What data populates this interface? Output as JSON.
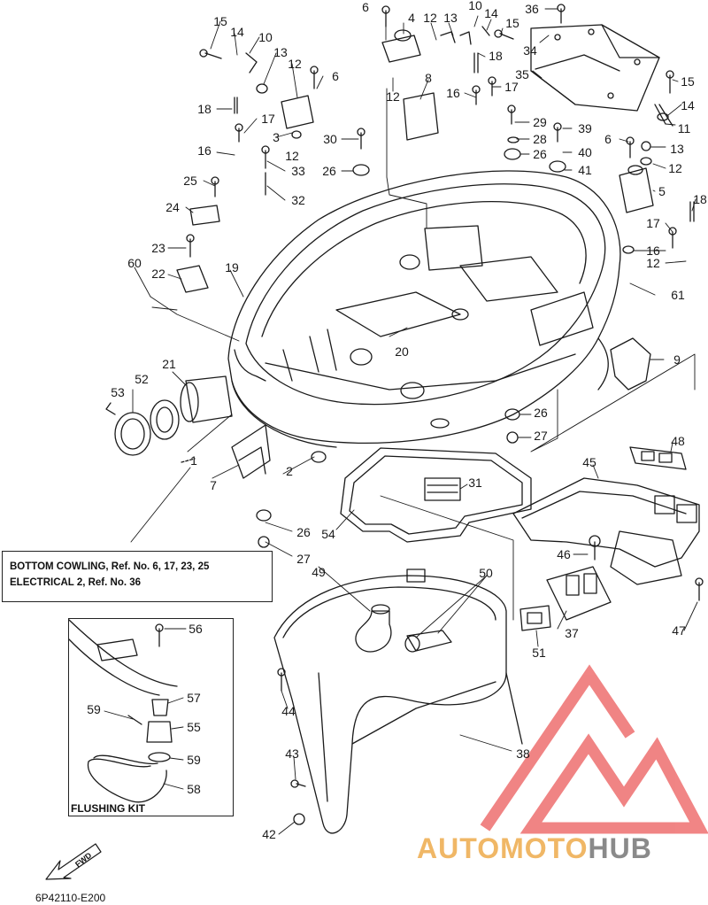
{
  "diagram": {
    "callouts": {
      "c15a": "15",
      "c14a": "14",
      "c10a": "10",
      "c13a": "13",
      "c12a": "12",
      "c6a": "6",
      "c18a": "18",
      "c17a": "17",
      "c3": "3",
      "c12b": "12",
      "c16a": "16",
      "c33": "33",
      "c32": "32",
      "c25": "25",
      "c24": "24",
      "c23": "23",
      "c22": "22",
      "c60": "60",
      "c19": "19",
      "c21": "21",
      "c52": "52",
      "c53": "53",
      "c1": "1",
      "c7": "7",
      "c2": "2",
      "c26a": "26",
      "c27a": "27",
      "c54": "54",
      "c31": "31",
      "c6b": "6",
      "c4": "4",
      "c12c": "12",
      "c13b": "13",
      "c10b": "10",
      "c14b": "14",
      "c15b": "15",
      "c18b": "18",
      "c16b": "16",
      "c17b": "17",
      "c12d": "12",
      "c8": "8",
      "c30": "30",
      "c26b": "26",
      "c20": "20",
      "c29": "29",
      "c28": "28",
      "c26c": "26",
      "c36": "36",
      "c34": "34",
      "c35": "35",
      "c39": "39",
      "c40": "40",
      "c41": "41",
      "c15c": "15",
      "c14c": "14",
      "c11": "11",
      "c6c": "6",
      "c13c": "13",
      "c12e": "12",
      "c5": "5",
      "c18c": "18",
      "c17c": "17",
      "c16c": "16",
      "c12f": "12",
      "c61": "61",
      "c9": "9",
      "c26d": "26",
      "c27b": "27",
      "c48": "48",
      "c45": "45",
      "c46": "46",
      "c47": "47",
      "c37": "37",
      "c51": "51",
      "c49": "49",
      "c50": "50",
      "c44": "44",
      "c38": "38",
      "c43": "43",
      "c42": "42",
      "c56": "56",
      "c57": "57",
      "c59a": "59",
      "c55": "55",
      "c59b": "59",
      "c58": "58"
    },
    "note_line1": "BOTTOM COWLING,  Ref. No. 6, 17, 23, 25",
    "note_line2": "ELECTRICAL 2,  Ref. No. 36",
    "inset_title": "FLUSHING KIT",
    "fwd_label": "FWD",
    "diagram_code": "6P42110-E200"
  },
  "watermark": {
    "part_a": "AUTOMOTO",
    "part_b": "HUB",
    "accent_color": "#e83a3a"
  },
  "colors": {
    "line": "#1a1a1a",
    "paper": "#ffffff"
  }
}
